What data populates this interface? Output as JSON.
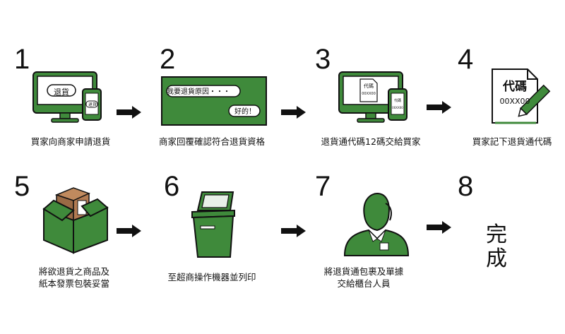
{
  "steps": [
    {
      "number": "1",
      "caption": "買家向商家申請退貨",
      "icon": "computer-phone-icon",
      "monitor_label": "退貨",
      "phone_label": "退貨"
    },
    {
      "number": "2",
      "caption": "商家回覆確認符合退貨資格",
      "icon": "chat-board-icon",
      "bubble_left": "我要退貨原因・・・",
      "bubble_right": "好的！"
    },
    {
      "number": "3",
      "caption": "退貨通代碼12碼交給買家",
      "icon": "computer-phone-code-icon",
      "monitor_label": "代碼",
      "monitor_code": "00XX00",
      "phone_label": "代碼",
      "phone_code": "00XX00"
    },
    {
      "number": "4",
      "caption": "買家記下退貨通代碼",
      "icon": "note-pencil-icon",
      "note_title": "代碼",
      "note_code": "00XX00"
    },
    {
      "number": "5",
      "caption_lines": [
        "將欲退貨之商品及",
        "紙本發票包裝妥當"
      ],
      "icon": "open-box-icon"
    },
    {
      "number": "6",
      "caption": "至超商操作機器並列印",
      "icon": "kiosk-machine-icon"
    },
    {
      "number": "7",
      "caption_lines": [
        "將退貨通包裹及單據",
        "交給櫃台人員"
      ],
      "icon": "clerk-icon"
    },
    {
      "number": "8",
      "final_text": "完成"
    }
  ],
  "colors": {
    "green": "#3f8a3b",
    "dark": "#111111",
    "brown": "#9a6a45"
  }
}
